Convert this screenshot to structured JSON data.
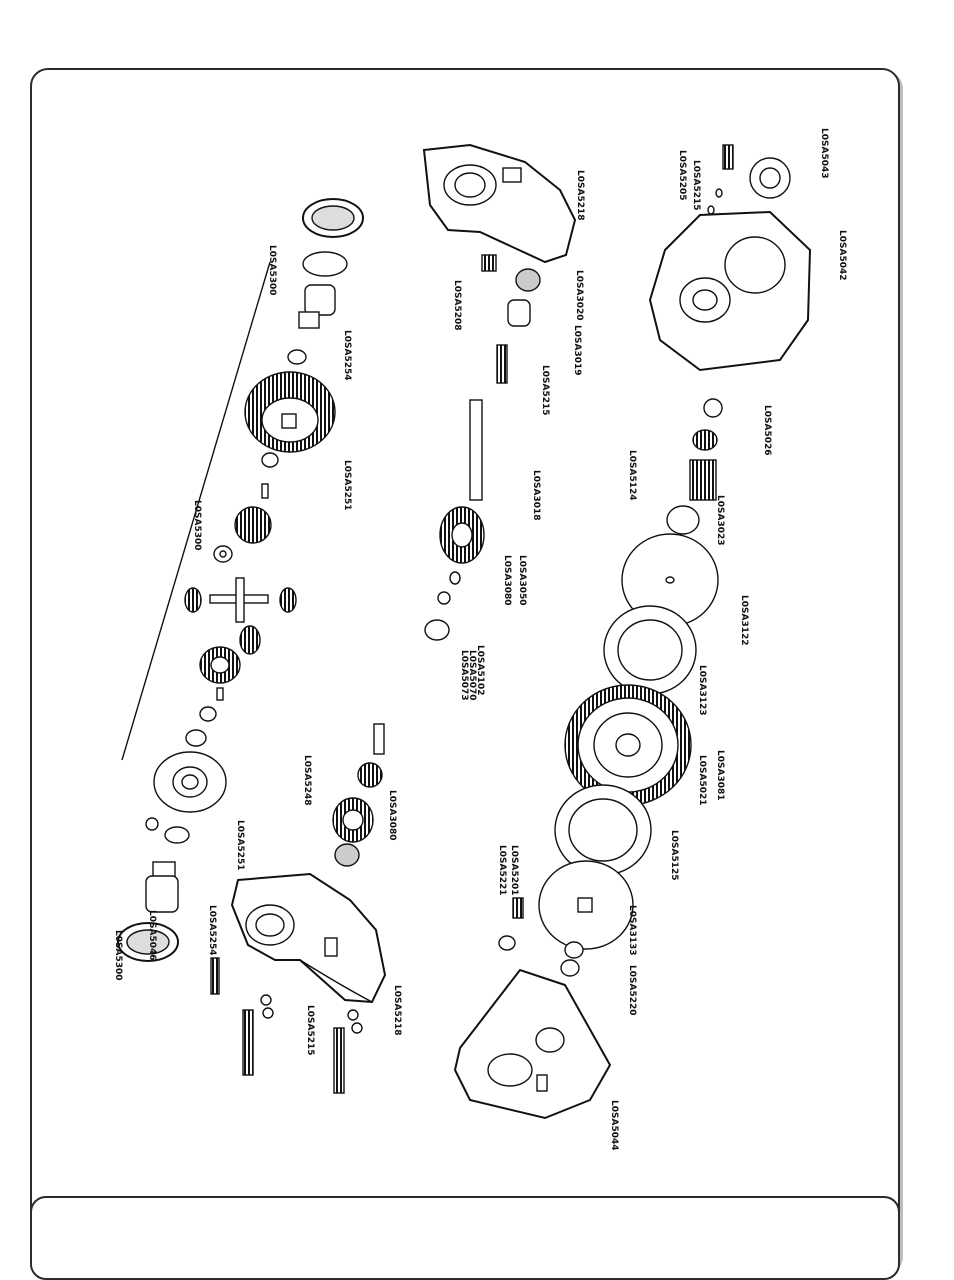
{
  "diagram": {
    "labels": [
      "L0SA5300",
      "L0SA5300",
      "L0SA5300",
      "L0SA5254",
      "L0SA5254",
      "L0SA5251",
      "L0SA5251",
      "L0SA5248",
      "L0SA3080",
      "L0SA5046",
      "L0SA5218",
      "L0SA5215",
      "L0SA5201",
      "L0SA5218",
      "L0SA5208",
      "L0SA3020",
      "L0SA5073",
      "L0SA5215",
      "L0SA3019",
      "L0SA3018",
      "L0SA3023",
      "L0SA3050",
      "L0SA3080",
      "L0SA5102",
      "L0SA5070",
      "L0SA5221",
      "L0SA3133",
      "L0SA5021",
      "L0SA5125",
      "L0SA3081",
      "L0SA3123",
      "L0SA3122",
      "L0SA5124",
      "L0SA5026",
      "L0SA5042",
      "L0SA5043",
      "L0SA5215",
      "L0SA5205",
      "L0SA5044",
      "L0SA5220"
    ]
  }
}
